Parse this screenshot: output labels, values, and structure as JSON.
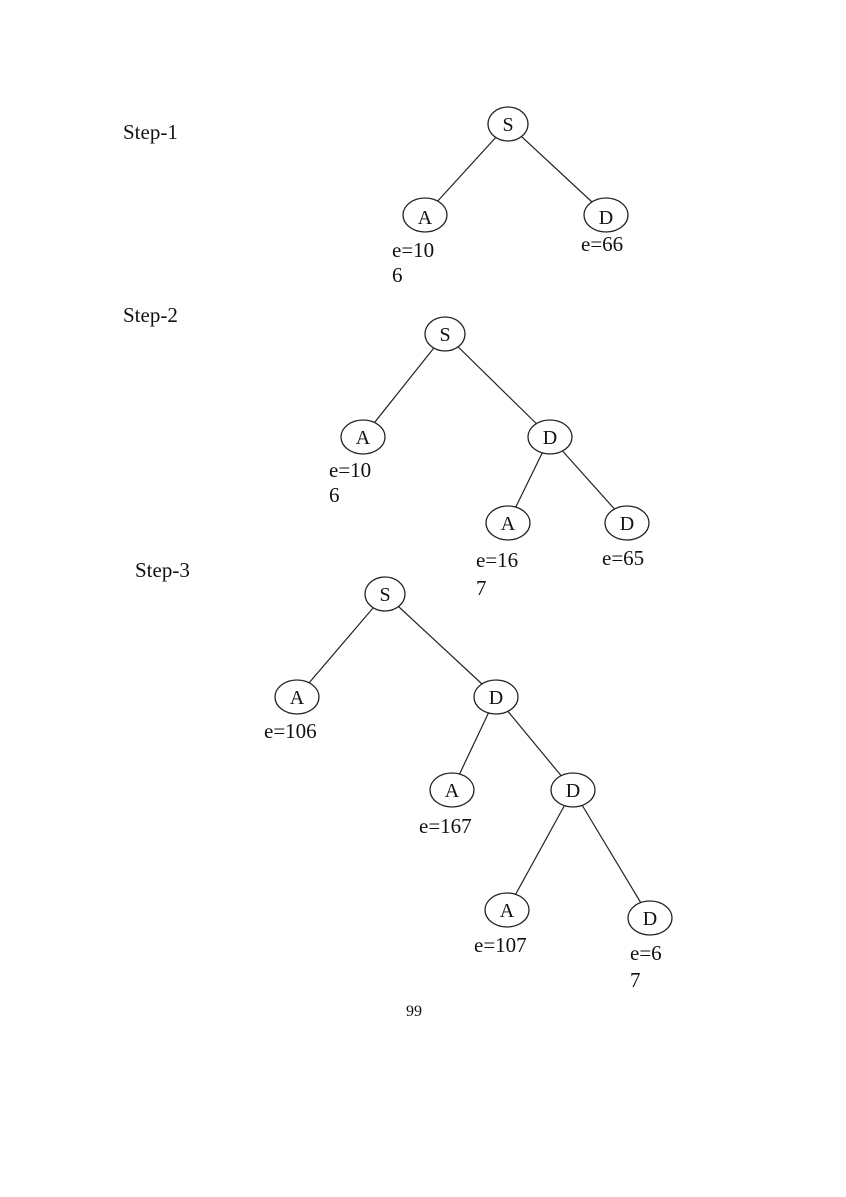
{
  "steps": [
    {
      "label": "Step-1",
      "root": "S",
      "nodes": [
        "A",
        "D"
      ],
      "annotations": {
        "a": [
          "e=10",
          "6"
        ],
        "d": [
          "e=66"
        ]
      }
    },
    {
      "label": "Step-2",
      "root": "S",
      "nodes": [
        "A",
        "D",
        "A",
        "D"
      ],
      "annotations": {
        "a": [
          "e=10",
          "6"
        ],
        "da": [
          "e=16",
          "7"
        ],
        "dd": [
          "e=65"
        ]
      }
    },
    {
      "label": "Step-3",
      "root": "S",
      "nodes": [
        "A",
        "D",
        "A",
        "D",
        "A",
        "D"
      ],
      "annotations": {
        "a": [
          "e=106"
        ],
        "da": [
          "e=167"
        ],
        "dda": [
          "e=107"
        ],
        "ddd": [
          "e=6",
          "7"
        ]
      }
    }
  ],
  "page_number": "99"
}
